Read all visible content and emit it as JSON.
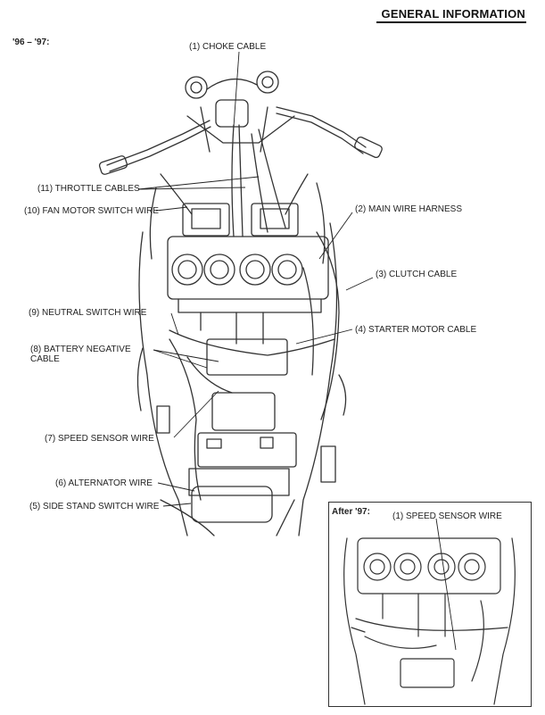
{
  "header": {
    "section_title": "GENERAL INFORMATION"
  },
  "main_figure": {
    "year_label": "'96 – '97:",
    "callouts": [
      {
        "id": "choke-cable",
        "text": "(1) CHOKE CABLE"
      },
      {
        "id": "main-wire-harness",
        "text": "(2) MAIN WIRE HARNESS"
      },
      {
        "id": "clutch-cable",
        "text": "(3) CLUTCH CABLE"
      },
      {
        "id": "starter-motor-cable",
        "text": "(4) STARTER MOTOR CABLE"
      },
      {
        "id": "side-stand-switch-wire",
        "text": "(5) SIDE STAND SWITCH WIRE"
      },
      {
        "id": "alternator-wire",
        "text": "(6) ALTERNATOR WIRE"
      },
      {
        "id": "speed-sensor-wire",
        "text": "(7) SPEED SENSOR WIRE"
      },
      {
        "id": "battery-negative-cable",
        "text": "(8) BATTERY NEGATIVE CABLE"
      },
      {
        "id": "neutral-switch-wire",
        "text": "(9) NEUTRAL SWITCH WIRE"
      },
      {
        "id": "fan-motor-switch-wire",
        "text": "(10) FAN MOTOR SWITCH WIRE"
      },
      {
        "id": "throttle-cables",
        "text": "(11) THROTTLE CABLES"
      }
    ]
  },
  "inset_figure": {
    "label": "After '97:",
    "callout": "(1) SPEED SENSOR WIRE"
  },
  "colors": {
    "ink": "#222222",
    "paper": "#ffffff"
  }
}
